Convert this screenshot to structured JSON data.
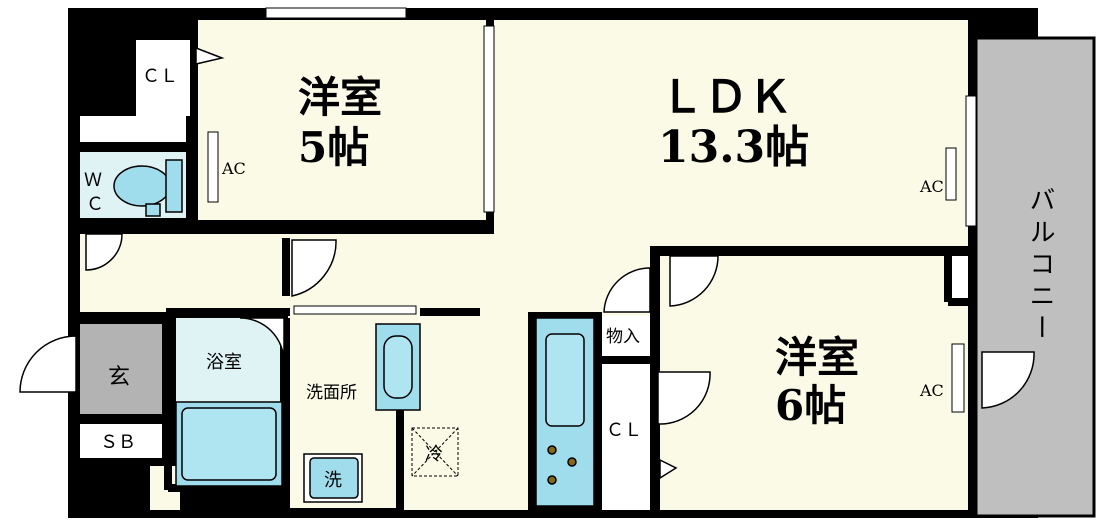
{
  "plan": {
    "rooms": {
      "western_5": {
        "name": "洋室",
        "size": "5帖"
      },
      "ldk": {
        "name": "ＬＤＫ",
        "size": "13.3帖"
      },
      "western_6": {
        "name": "洋室",
        "size": "6帖"
      },
      "bathroom": {
        "name": "浴室"
      },
      "washroom": {
        "name": "洗面所"
      },
      "entrance": {
        "name": "玄"
      },
      "wc_top": "Ｗ",
      "wc_bottom": "Ｃ",
      "balcony": "バルコニー"
    },
    "labels": {
      "cl_top": "ＣＬ",
      "cl_right": "ＣＬ",
      "ac_western5": "AC",
      "ac_ldk": "AC",
      "ac_western6": "AC",
      "storage": "物入",
      "sb": "ＳＢ",
      "fridge": "冷",
      "washer": "洗"
    },
    "colors": {
      "wall": "#000000",
      "room_fill": "#fafae6",
      "wet_fill": "#dff3f5",
      "fixture_fill": "#9fdcec",
      "entrance_fill": "#b3b3b3",
      "balcony_fill": "#bfbfbf",
      "stove_fill": "#8b6914"
    }
  }
}
